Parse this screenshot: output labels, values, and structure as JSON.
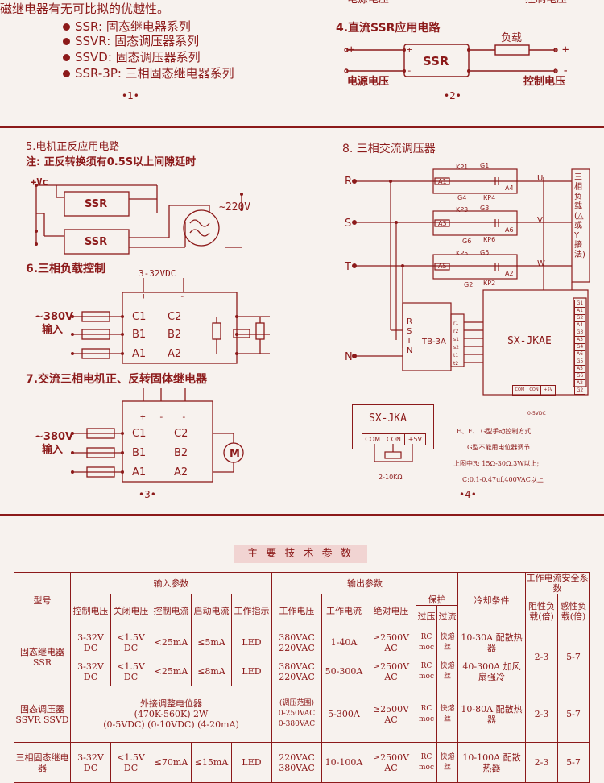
{
  "top_left": {
    "intro": "磁继电器有无可比拟的优越性。",
    "series": [
      "SSR: 固态继电器系列",
      "SSVR: 固态调压器系列",
      "SSVD: 固态调压器系列",
      "SSR-3P: 三相固态继电器系列"
    ],
    "page": "•1•"
  },
  "top_right": {
    "top_labels": [
      "电源电压",
      "控制电压"
    ],
    "title": "4.直流SSR应用电路",
    "load": "负载",
    "ssr": "SSR",
    "plus": "+",
    "minus": "-",
    "source_voltage": "电源电压",
    "control_voltage": "控制电压",
    "page": "•2•"
  },
  "sec5": {
    "title": "5.电机正反应用电路",
    "note": "注: 正反转换须有0.5S以上间隙延时",
    "vc": "+Vc",
    "ssr": "SSR",
    "ac": "~220V"
  },
  "sec6": {
    "title": "6.三相负载控制",
    "supply": "3-32VDC",
    "input_voltage": "~380V",
    "input_label": "输入",
    "pins_left": [
      "C1",
      "B1",
      "A1"
    ],
    "pins_right": [
      "C2",
      "B2",
      "A2"
    ]
  },
  "sec7": {
    "title": "7.交流三相电机正、反转固体继电器",
    "input_voltage": "~380V",
    "input_label": "输入",
    "pins_left": [
      "C1",
      "B1",
      "A1"
    ],
    "pins_right": [
      "C2",
      "B2",
      "A2"
    ],
    "motor": "M",
    "page": "•3•"
  },
  "sec8": {
    "title": "8. 三相交流调压器",
    "phases": [
      "R",
      "S",
      "T",
      "N"
    ],
    "thyristors": [
      "KP1",
      "G1",
      "A1",
      "A4",
      "G4",
      "KP4",
      "KP3",
      "G3",
      "A3",
      "A6",
      "G6",
      "KP6",
      "KP5",
      "G5",
      "A5",
      "A2",
      "G2",
      "KP2"
    ],
    "outputs": [
      "U",
      "V",
      "W"
    ],
    "load_vertical": "三相负载(△或Y接法)",
    "tb": "TB-3A",
    "tb_pins": [
      "R",
      "S",
      "T",
      "N"
    ],
    "tb_right_pins": [
      "r1",
      "r2",
      "s1",
      "s2",
      "t1",
      "t2"
    ],
    "ctrl": "SX-JKAE",
    "ctrl_pins": [
      "G1",
      "A1",
      "G2",
      "A4",
      "G3",
      "A3",
      "G4",
      "A6",
      "G5",
      "A5",
      "G6",
      "A2",
      "G2"
    ],
    "bottom_pins": [
      "COM",
      "CON",
      "+5V"
    ],
    "bottom_label": "0-5VDC",
    "jka": "SX-JKA",
    "jka_pins": [
      "COM",
      "CON",
      "+5V"
    ],
    "pot": "2-10KΩ",
    "notes": [
      "E、F、 G型手动控制方式",
      "G型不能用电位器调节",
      "上图中R: 15Ω-30Ω,3W以上;",
      "C:0.1-0.47uf,400VAC以上"
    ],
    "page": "•4•"
  },
  "table": {
    "banner": "主 要 技 术 参 数",
    "head": {
      "model": "型号",
      "input": "输入参数",
      "output": "输出参数",
      "cooling": "冷却条件",
      "safety": "工作电流安全系数",
      "ctrl_v": "控制电压",
      "off_v": "关闭电压",
      "ctrl_i": "控制电流",
      "start_i": "启动电流",
      "indicator": "工作指示",
      "work_v": "工作电压",
      "work_i": "工作电流",
      "iso_v": "绝对电压",
      "protect": "保护",
      "over_v": "过压",
      "over_i": "过流",
      "res_load": "阻性负载(倍)",
      "ind_load": "感性负载(倍)"
    },
    "ssr_name": "固态继电器 SSR",
    "ssr_rows": [
      [
        "3-32V DC",
        "<1.5V DC",
        "<25mA",
        "≤5mA",
        "LED",
        "380VAC 220VAC",
        "1-40A",
        "≥2500V AC",
        "RC moc",
        "快熔丝",
        "10-30A 配散热器"
      ],
      [
        "3-32V DC",
        "<1.5V DC",
        "<25mA",
        "≤8mA",
        "LED",
        "380VAC 220VAC",
        "50-300A",
        "≥2500V AC",
        "RC moc",
        "快熔丝",
        "40-300A 加风扇强冷"
      ]
    ],
    "ssr_safety": [
      "2-3",
      "5-7"
    ],
    "ssvr_name": "固态调压器 SSVR SSVD",
    "ssvr_input": [
      "外接调整电位器",
      "(470K-560K) 2W",
      "(0-5VDC)  (0-10VDC)  (4-20mA)"
    ],
    "ssvr_output": [
      "(调压范围)",
      "0-250VAC",
      "0-380VAC"
    ],
    "ssvr_row": [
      "5-300A",
      "≥2500V AC",
      "RC moc",
      "快熔丝",
      "10-80A 配散热器",
      "2-3",
      "5-7"
    ],
    "ssr3p_name": "三相固态继电器",
    "ssr3p_row": [
      "3-32V DC",
      "<1.5V DC",
      "≤70mA",
      "≤15mA",
      "LED",
      "220VAC 380VAC",
      "10-100A",
      "≥2500V AC",
      "RC moc",
      "快熔丝",
      "10-100A 配散热器",
      "2-3",
      "5-7"
    ]
  }
}
